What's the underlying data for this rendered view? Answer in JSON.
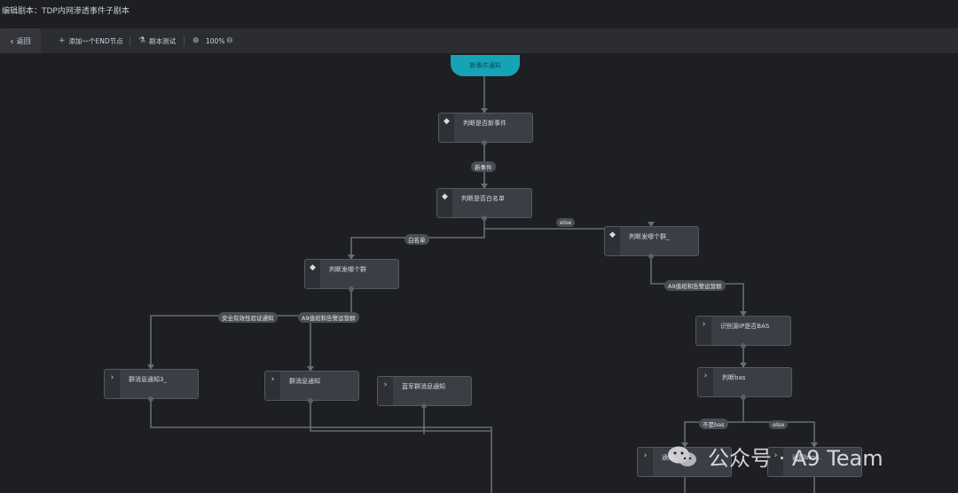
{
  "header": {
    "title": "编辑剧本：TDP内网渗透事件子剧本"
  },
  "toolbar": {
    "back_label": "返回",
    "add_end_label": "添加一个END节点",
    "script_test_label": "剧本测试",
    "zoom": "100%"
  },
  "flow": {
    "start_label": "新事件通知",
    "nodes": {
      "n1": "判断是否新事件",
      "n2": "判断是否白名单",
      "n3": "判断发哪个群",
      "n4": "判断发哪个群_",
      "n5": "群消息通知3_",
      "n6": "群消息通知",
      "n7": "蓝军群消息通知",
      "n8": "识别源IP是否BAS",
      "n9": "判断bas",
      "n10": "通知...",
      "n11": "通知bas..."
    },
    "edge_labels": {
      "e1": "新事件",
      "e2": "else",
      "e3": "白名单",
      "e4": "A9值班和告警运营群",
      "e5": "安全有效性验证通知",
      "e6": "A9值班和告警运营群",
      "e7": "不是bas",
      "e8": "else"
    }
  },
  "watermark": {
    "text": "公众号 · A9 Team"
  }
}
